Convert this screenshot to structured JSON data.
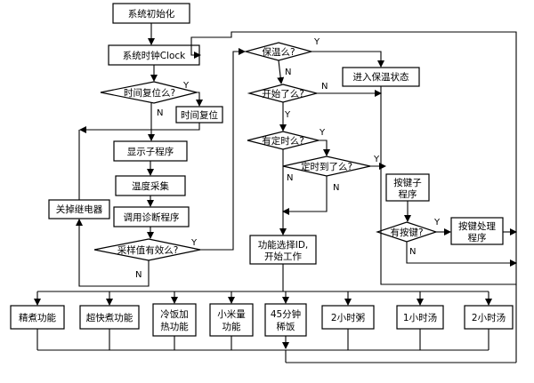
{
  "nodes": {
    "init": "系统初始化",
    "clock": "系统时钟Clock",
    "time_reset_q": "时间复位么?",
    "time_reset": "时间复位",
    "display": "显示子程序",
    "temp": "温度采集",
    "call_diag": "调用诊断程序",
    "sample_q": "采样值有效么?",
    "relay": "关掉继电器",
    "keep_warm_q": "保温么?",
    "keep_warm_state": "进入保温状态",
    "started_q": "开始了么?",
    "timer_q": "有定时么?",
    "time_up_q": "定时到了么?",
    "key_sub_1": "按键子",
    "key_sub_2": "程序",
    "has_key_q": "有按键?",
    "key_proc_1": "按键处理",
    "key_proc_2": "程序",
    "func_sel_1": "功能选择ID,",
    "func_sel_2": "开始工作"
  },
  "functions": {
    "f1": "精煮功能",
    "f2": "超快煮功能",
    "f3a": "冷饭加",
    "f3b": "热功能",
    "f4a": "小米量",
    "f4b": "功能",
    "f5a": "45分钟",
    "f5b": "稀饭",
    "f6": "2小时粥",
    "f7": "1小时汤",
    "f8": "2小时汤"
  },
  "labels": {
    "yes": "Y",
    "no": "N"
  }
}
